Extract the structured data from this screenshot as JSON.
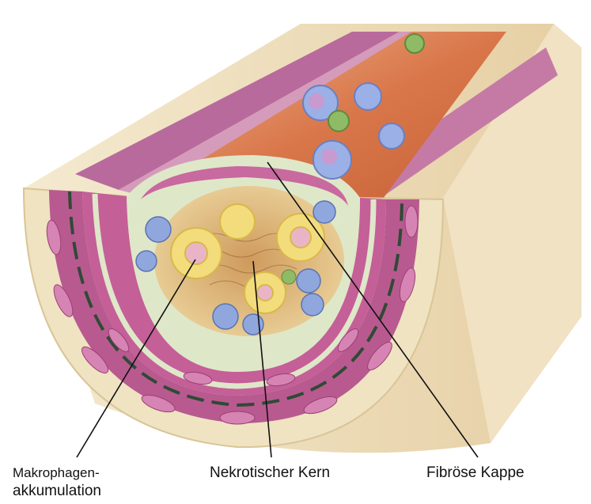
{
  "labels": {
    "macrophage_line1": "Makrophagen-",
    "macrophage_line2": "akkumulation",
    "necrotic_core": "Nekrotischer Kern",
    "fibrous_cap": "Fibröse Kappe"
  },
  "colors": {
    "adventitia": "#efe3c2",
    "media": "#b85a90",
    "media_cell": "#d684b3",
    "lamina": "#2f4a35",
    "intima": "#dfe7c9",
    "lumen": "#d97a4c",
    "foam_cell": "#f2dc7c",
    "necrotic": "#d9a866",
    "macrophage_blue": "#8fa7dc",
    "green_cell": "#8fba66",
    "leader_line": "#111111"
  }
}
